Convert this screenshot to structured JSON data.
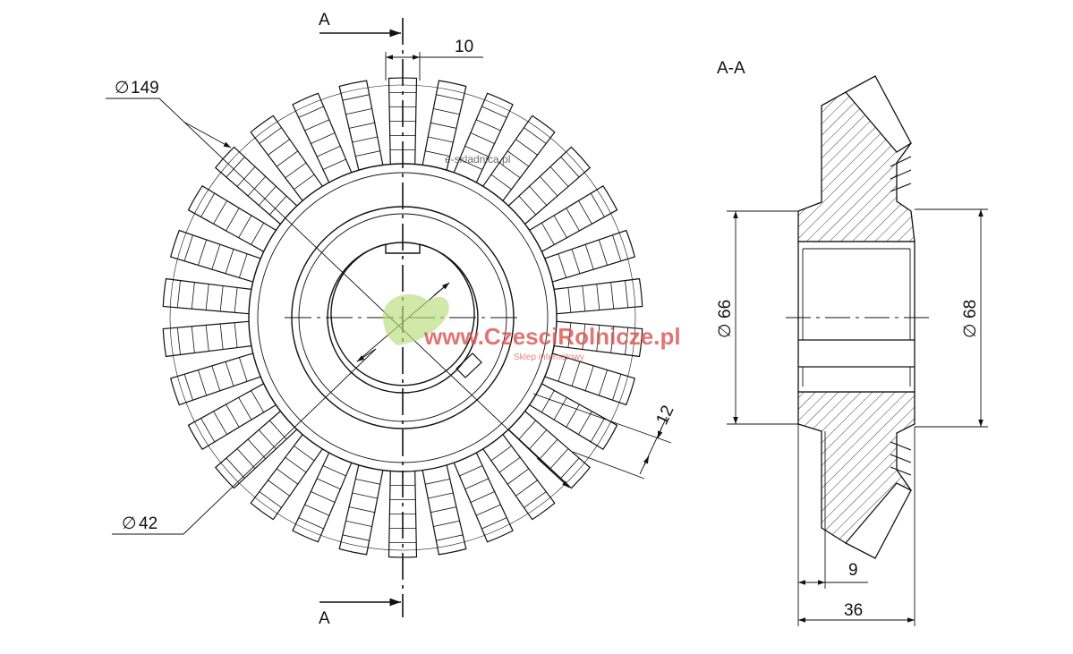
{
  "section_marker_top": "A",
  "section_marker_bottom": "A",
  "section_title": "A-A",
  "dimensions": {
    "key_width": "10",
    "outer_diameter": "149",
    "bore_diameter": "42",
    "tooth_depth": "12",
    "hub_diameter_left": "66",
    "hub_diameter_right": "68",
    "hub_offset": "9",
    "total_width": "36",
    "diameter_symbol": "∅"
  },
  "watermark": {
    "main": "www.CzesciRolnicze.pl",
    "sub": "Sklep internetowy",
    "small": "e-skladnica.pl"
  },
  "gear": {
    "tooth_count": 30
  },
  "colors": {
    "line": "#111111",
    "watermark_red": "#d9534f",
    "watermark_green": "#9acd32"
  }
}
